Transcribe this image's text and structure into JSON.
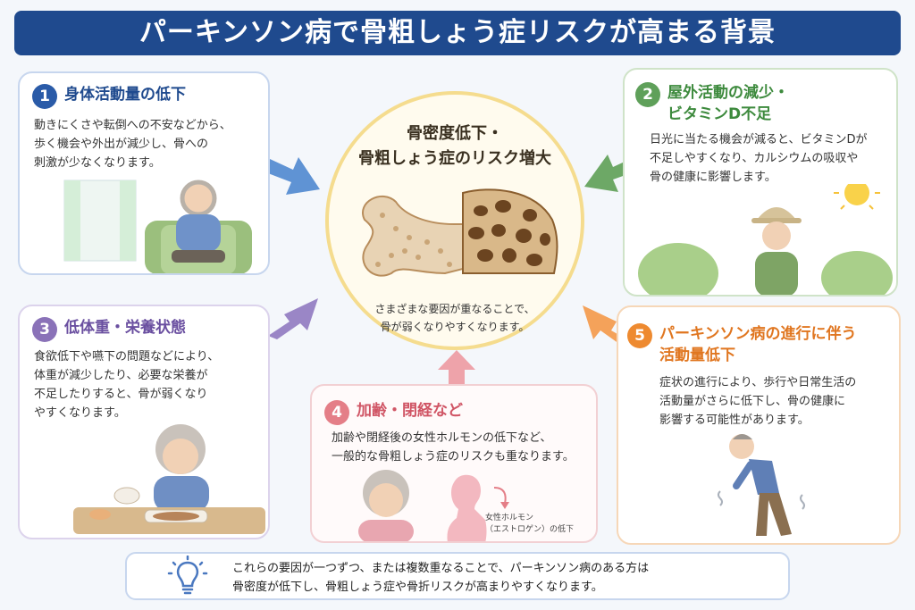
{
  "title": "パーキンソン病で骨粗しょう症リスクが高まる背景",
  "center": {
    "title": "骨密度低下・\n骨粗しょう症のリスク増大",
    "body": "さまざまな要因が重なることで、\n骨が弱くなりやすくなります。"
  },
  "cards": [
    {
      "num": "1",
      "title": "身体活動量の低下",
      "body": "動きにくさや転倒への不安などから、\n歩く機会や外出が減少し、骨への\n刺激が少なくなります。"
    },
    {
      "num": "2",
      "title": "屋外活動の減少・\nビタミンD不足",
      "body": "日光に当たる機会が減ると、ビタミンDが\n不足しやすくなり、カルシウムの吸収や\n骨の健康に影響します。"
    },
    {
      "num": "3",
      "title": "低体重・栄養状態",
      "body": "食欲低下や嚥下の問題などにより、\n体重が減少したり、必要な栄養が\n不足したりすると、骨が弱くなり\nやすくなります。"
    },
    {
      "num": "4",
      "title": "加齢・閉経など",
      "body": "加齢や閉経後の女性ホルモンの低下など、\n一般的な骨粗しょう症のリスクも重なります。",
      "hormone_label": "女性ホルモン\n（エストロゲン）の低下"
    },
    {
      "num": "5",
      "title": "パーキンソン病の進行に伴う\n活動量低下",
      "body": "症状の進行により、歩行や日常生活の\n活動量がさらに低下し、骨の健康に\n影響する可能性があります。"
    }
  ],
  "footer": "これらの要因が一つずつ、または複数重なることで、パーキンソン病のある方は\n骨密度が低下し、骨粗しょう症や骨折リスクが高まりやすくなります。",
  "colors": {
    "banner": "#1f4a8e",
    "c1": "#2a5ba8",
    "c2": "#5fa05a",
    "c3": "#8a72b8",
    "c4": "#e47e87",
    "c5": "#ee8a30"
  }
}
